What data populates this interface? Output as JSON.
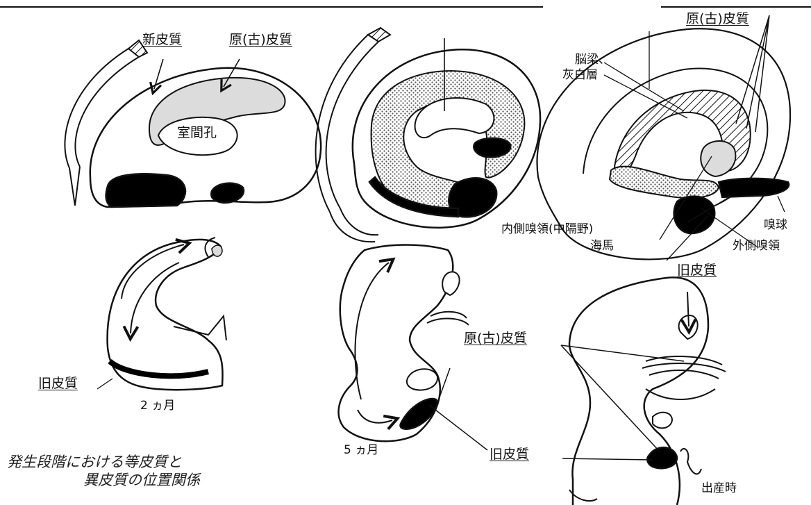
{
  "labels": {
    "neocortex": "新皮質",
    "archicortex": "原(古)皮質",
    "interventricular_foramen": "室間孔",
    "corpus_callosum": "脳梁、",
    "indusium_griseum": "灰白層",
    "medial_olfactory_area": "内側嗅領(中隔野)",
    "hippocampus": "海馬",
    "olfactory_bulb": "嗅球",
    "lateral_olfactory_area": "外側嗅領",
    "paleocortex": "旧皮質"
  },
  "stages": {
    "month_2": "2 ヵ月",
    "month_5": "5 ヵ月",
    "birth": "出産時"
  },
  "caption": {
    "line1": "発生段階における等皮質と",
    "line2": "異皮質の位置関係"
  },
  "colors": {
    "ink": "#111111",
    "stipple": "#d8d8d8",
    "paper": "#ffffff"
  }
}
